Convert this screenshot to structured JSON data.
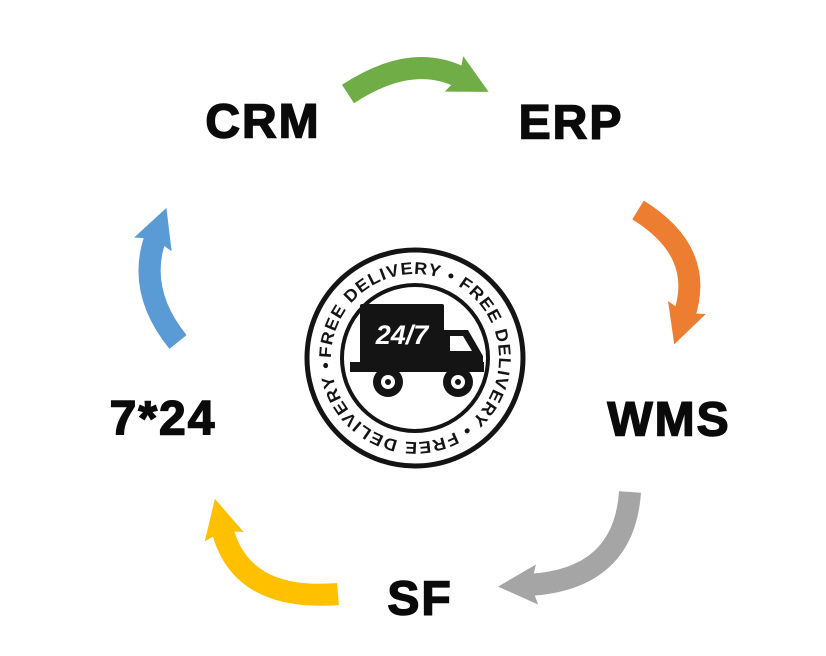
{
  "diagram": {
    "title": "free-delivery-process-cycle",
    "nodes": [
      {
        "id": "crm",
        "label": "CRM"
      },
      {
        "id": "erp",
        "label": "ERP"
      },
      {
        "id": "wms",
        "label": "WMS"
      },
      {
        "id": "sf",
        "label": "SF"
      },
      {
        "id": "support",
        "label": "7*24"
      }
    ],
    "arrows": [
      {
        "from": "CRM",
        "to": "ERP",
        "position": "top",
        "color": "#70ad47"
      },
      {
        "from": "ERP",
        "to": "WMS",
        "position": "right",
        "color": "#ed7d31"
      },
      {
        "from": "WMS",
        "to": "SF",
        "position": "bottom-right",
        "color": "#a5a5a5"
      },
      {
        "from": "SF",
        "to": "7*24",
        "position": "bottom-left",
        "color": "#ffc000"
      },
      {
        "from": "7*24",
        "to": "CRM",
        "position": "left",
        "color": "#5b9bd5"
      }
    ]
  },
  "badge": {
    "ring_text": "FREE DELIVERY • FREE DELIVERY • FREE DELIVERY •",
    "truck_label": "24/7",
    "ink_color": "#141414"
  }
}
